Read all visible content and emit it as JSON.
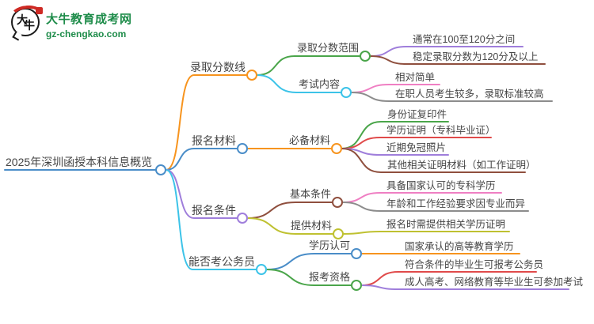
{
  "logo": {
    "bubble_chars": [
      "大",
      "牛"
    ],
    "title": "大牛教育成考网",
    "url": "gz-chengkao.com"
  },
  "colors": {
    "blue": "#4a8dc8",
    "orange": "#f7941e",
    "green": "#4aa54a",
    "cyan": "#3cc3e8",
    "purple": "#9f7edb",
    "pink": "#ef7fc3",
    "gray": "#8c8c8c",
    "brown": "#8f4f3e",
    "red": "#e04a4a",
    "olive": "#bfc131",
    "logo_green": "#1e8c4a",
    "logo_red": "#ce2a24"
  },
  "mindmap": {
    "root_label": "2025年深圳函授本科信息概览",
    "branches": [
      {
        "label": "录取分数线",
        "children": [
          {
            "label": "录取分数范围",
            "leaves": [
              "通常在100至120分之间",
              "稳定录取分数为120分及以上"
            ]
          },
          {
            "label": "考试内容",
            "leaves": [
              "相对简单",
              "在职人员考生较多，录取标准较高"
            ]
          }
        ]
      },
      {
        "label": "报名材料",
        "children": [
          {
            "label": "必备材料",
            "leaves": [
              "身份证复印件",
              "学历证明（专科毕业证）",
              "近期免冠照片",
              "其他相关证明材料（如工作证明）"
            ]
          }
        ]
      },
      {
        "label": "报名条件",
        "children": [
          {
            "label": "基本条件",
            "leaves": [
              "具备国家认可的专科学历",
              "年龄和工作经验要求因专业而异"
            ]
          },
          {
            "label": "提供材料",
            "leaves": [
              "报名时需提供相关学历证明"
            ]
          }
        ]
      },
      {
        "label": "能否考公务员",
        "children": [
          {
            "label": "学历认可",
            "leaves": [
              "国家承认的高等教育学历"
            ]
          },
          {
            "label": "报考资格",
            "leaves": [
              "符合条件的毕业生可报考公务员",
              "成人高考、网络教育等毕业生可参加考试"
            ]
          }
        ]
      }
    ]
  }
}
